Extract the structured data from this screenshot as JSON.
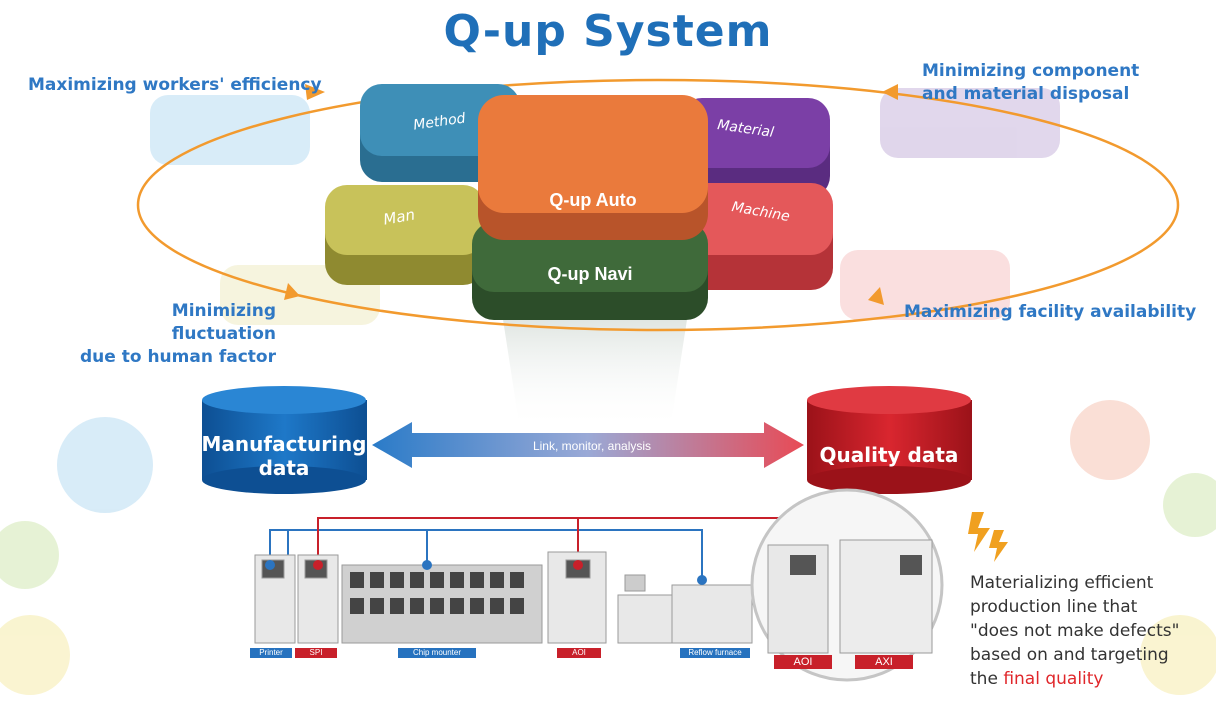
{
  "title": "Q-up System",
  "goals": {
    "top_left": "Maximizing workers' efficiency",
    "top_right_line1": "Minimizing component",
    "top_right_line2": "and material disposal",
    "bottom_left_line1": "Minimizing fluctuation",
    "bottom_left_line2": "due to human factor",
    "bottom_right": "Maximizing facility availability"
  },
  "gears": {
    "method": "Method",
    "material": "Material",
    "man": "Man",
    "machine": "Machine",
    "auto": "Q-up Auto",
    "navi": "Q-up Navi"
  },
  "data": {
    "manufacturing_line1": "Manufacturing",
    "manufacturing_line2": "data",
    "quality": "Quality data",
    "link": "Link, monitor, analysis"
  },
  "machines": {
    "printer": "Printer",
    "spi": "SPI",
    "chip_mounter": "Chip mounter",
    "aoi": "AOI",
    "reflow": "Reflow furnace",
    "aoi_final": "AOI",
    "axi": "AXI"
  },
  "caption": {
    "line1": "Materializing efficient",
    "line2": "production line that",
    "line3": "\"does not make defects\"",
    "line4": "based on and targeting",
    "line5_prefix": "the ",
    "line5_highlight": "final quality"
  },
  "colors": {
    "title_blue": "#1f6fb8",
    "goal_blue": "#2f78c4",
    "orbit_orange": "#f29a2e",
    "method": "#3e8fb7",
    "material": "#7b3fa6",
    "man": "#c8c25a",
    "machine": "#e4585a",
    "auto": "#ea7a3c",
    "navi": "#3f6a3a",
    "manufacturing": "#1866b4",
    "quality": "#c8202a",
    "highlight": "#e0262a"
  }
}
